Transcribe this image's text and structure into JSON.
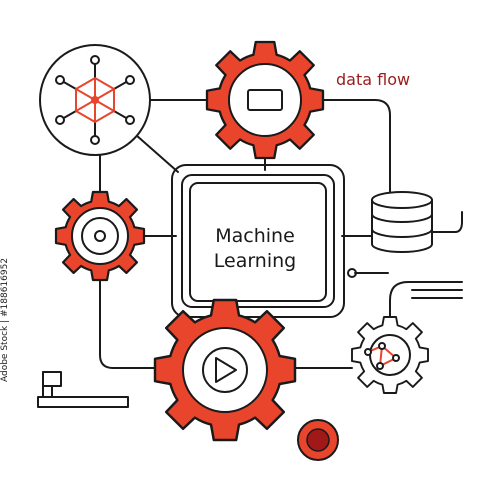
{
  "labels": {
    "data_flow": "data flow",
    "machine": "Machine",
    "learning": "Learning",
    "stock_id": "Adobe Stock | #188616952"
  },
  "colors": {
    "accent": "#e8452c",
    "stroke": "#1a1a1a",
    "label_red": "#9a1c1c",
    "button_dark": "#a01818"
  },
  "icons": [
    "network-icon",
    "screen-icon",
    "database-icon",
    "disc-icon",
    "play-icon",
    "cog-outline-icon",
    "record-button-icon",
    "toggle-icon"
  ]
}
